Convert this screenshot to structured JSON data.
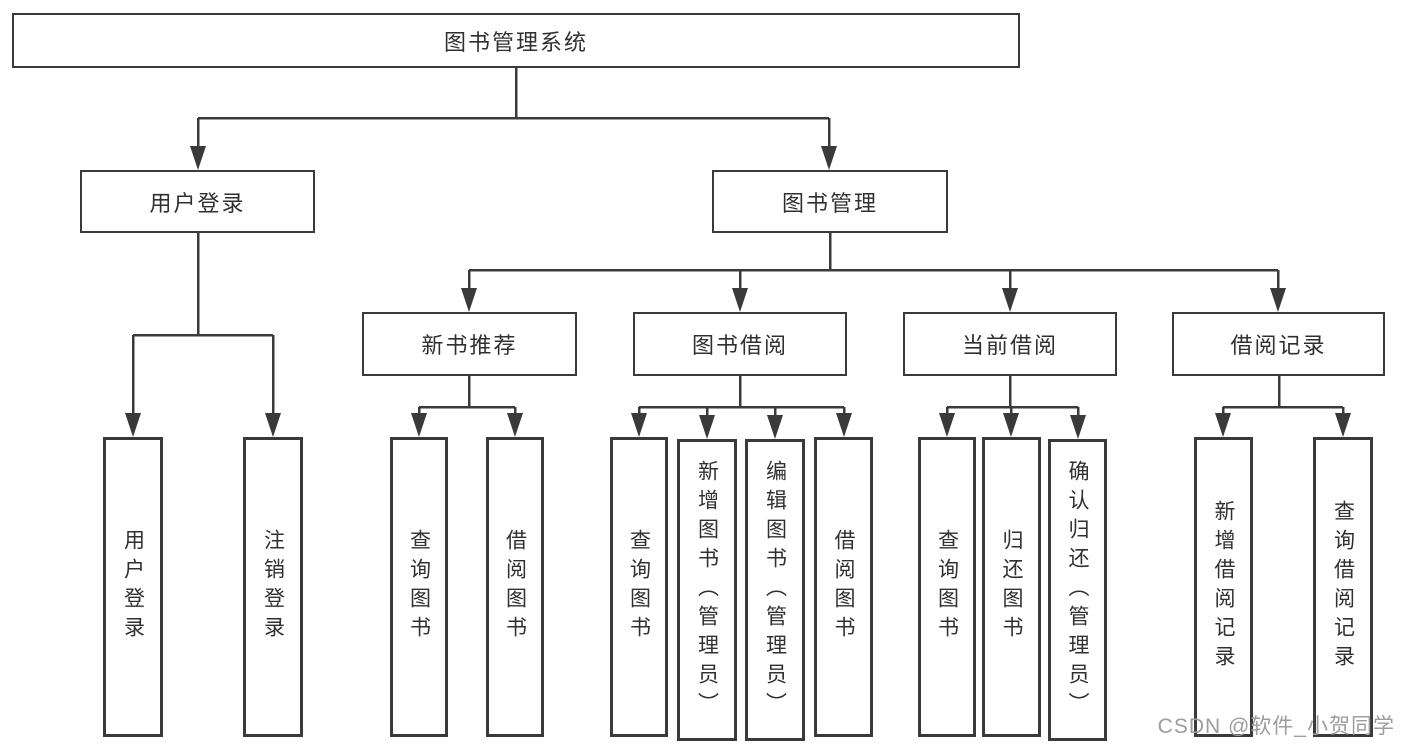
{
  "tree": {
    "root": {
      "label": "图书管理系统"
    },
    "branches": [
      {
        "label": "用户登录",
        "children": [
          {
            "label": "用户登录"
          },
          {
            "label": "注销登录"
          }
        ]
      },
      {
        "label": "图书管理",
        "children": [
          {
            "label": "新书推荐",
            "children": [
              {
                "label": "查询图书"
              },
              {
                "label": "借阅图书"
              }
            ]
          },
          {
            "label": "图书借阅",
            "children": [
              {
                "label": "查询图书"
              },
              {
                "label": "新增图书（管理员）"
              },
              {
                "label": "编辑图书（管理员）"
              },
              {
                "label": "借阅图书"
              }
            ]
          },
          {
            "label": "当前借阅",
            "children": [
              {
                "label": "查询图书"
              },
              {
                "label": "归还图书"
              },
              {
                "label": "确认归还（管理员）"
              }
            ]
          },
          {
            "label": "借阅记录",
            "children": [
              {
                "label": "新增借阅记录"
              },
              {
                "label": "查询借阅记录"
              }
            ]
          }
        ]
      }
    ]
  },
  "watermark": {
    "text": "CSDN @软件_小贺同学"
  },
  "colors": {
    "line": "#3a3a3a",
    "text": "#303030",
    "watermark": "#9d9d9d",
    "background": "#ffffff",
    "box_bg": "#ffffff"
  }
}
